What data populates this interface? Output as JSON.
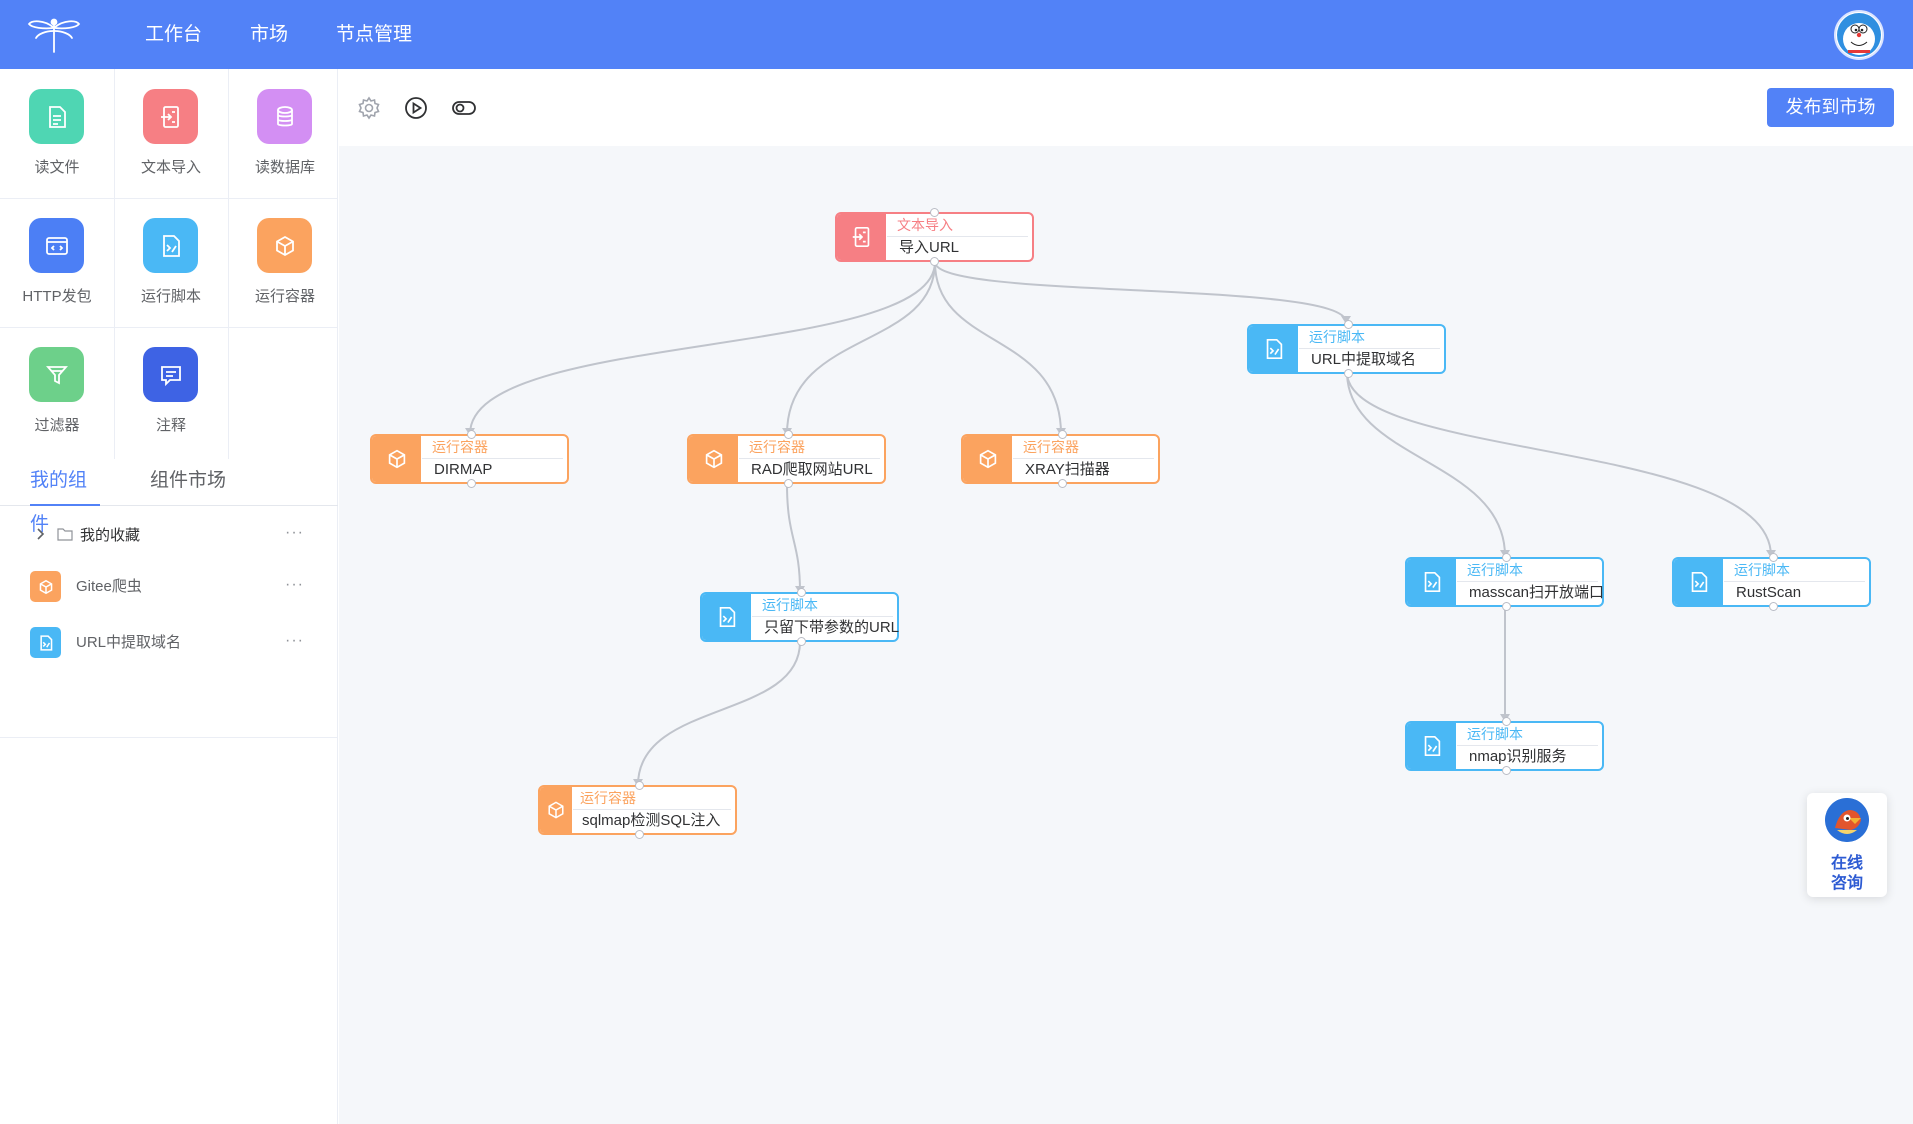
{
  "header": {
    "nav": [
      "工作台",
      "市场",
      "节点管理"
    ]
  },
  "toolbox": {
    "items": [
      {
        "label": "读文件",
        "color": "#4fd6b3",
        "icon": "file-text-icon"
      },
      {
        "label": "文本导入",
        "color": "#f67f84",
        "icon": "text-import-icon"
      },
      {
        "label": "读数据库",
        "color": "#d38ff3",
        "icon": "database-icon"
      },
      {
        "label": "HTTP发包",
        "color": "#4c7ff5",
        "icon": "browser-code-icon"
      },
      {
        "label": "运行脚本",
        "color": "#4ab8f5",
        "icon": "script-file-icon"
      },
      {
        "label": "运行容器",
        "color": "#fba35f",
        "icon": "cube-icon"
      },
      {
        "label": "过滤器",
        "color": "#6dd08a",
        "icon": "filter-funnel-icon"
      },
      {
        "label": "注释",
        "color": "#3e63e4",
        "icon": "comment-icon"
      }
    ]
  },
  "tabs": {
    "mine": "我的组件",
    "market": "组件市场"
  },
  "components": {
    "favorites_folder": "我的收藏",
    "items": [
      {
        "label": "Gitee爬虫",
        "color": "#fba35f",
        "icon": "cube-icon"
      },
      {
        "label": "URL中提取域名",
        "color": "#4ab8f5",
        "icon": "script-file-icon"
      }
    ],
    "more": "···"
  },
  "toolbar": {
    "publish_label": "发布到市场"
  },
  "flow": {
    "nodes": [
      {
        "type": "文本导入",
        "name": "导入URL",
        "color": "pink"
      },
      {
        "type": "运行脚本",
        "name": "URL中提取域名",
        "color": "blue"
      },
      {
        "type": "运行容器",
        "name": "DIRMAP",
        "color": "orange"
      },
      {
        "type": "运行容器",
        "name": "RAD爬取网站URL",
        "color": "orange"
      },
      {
        "type": "运行容器",
        "name": "XRAY扫描器",
        "color": "orange"
      },
      {
        "type": "运行脚本",
        "name": "只留下带参数的URL",
        "color": "blue"
      },
      {
        "type": "运行容器",
        "name": "sqlmap检测SQL注入",
        "color": "orange"
      },
      {
        "type": "运行脚本",
        "name": "masscan扫开放端口",
        "color": "blue"
      },
      {
        "type": "运行脚本",
        "name": "RustScan",
        "color": "blue"
      },
      {
        "type": "运行脚本",
        "name": "nmap识别服务",
        "color": "blue"
      }
    ],
    "edges": [
      [
        "导入URL",
        "DIRMAP"
      ],
      [
        "导入URL",
        "RAD爬取网站URL"
      ],
      [
        "导入URL",
        "XRAY扫描器"
      ],
      [
        "导入URL",
        "URL中提取域名"
      ],
      [
        "RAD爬取网站URL",
        "只留下带参数的URL"
      ],
      [
        "只留下带参数的URL",
        "sqlmap检测SQL注入"
      ],
      [
        "URL中提取域名",
        "masscan扫开放端口"
      ],
      [
        "URL中提取域名",
        "RustScan"
      ],
      [
        "masscan扫开放端口",
        "nmap识别服务"
      ]
    ]
  },
  "consult": {
    "line1": "在线",
    "line2": "咨询"
  }
}
